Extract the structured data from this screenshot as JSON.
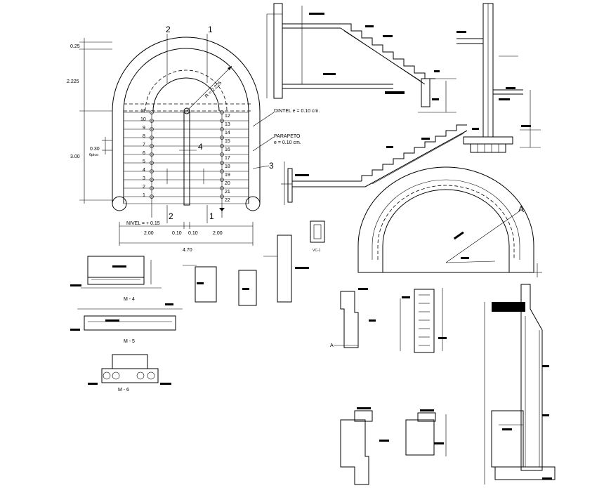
{
  "plan": {
    "section_marks": {
      "s1": "1",
      "s2": "2",
      "s3": "3",
      "s4": "4"
    },
    "step_numbers_left": [
      "11",
      "10",
      "9",
      "8",
      "7",
      "6",
      "5",
      "4",
      "3",
      "2",
      "1"
    ],
    "step_numbers_right": [
      "12",
      "13",
      "14",
      "15",
      "16",
      "17",
      "18",
      "19",
      "20",
      "21",
      "22"
    ],
    "radius_label": "R = 2.225",
    "dims_left": {
      "top": "0.25",
      "mid": "2.225",
      "low": "3.00",
      "step": "0.30",
      "step_sub": "6pico"
    },
    "dims_bottom": {
      "left": "2.00",
      "c1": "0.10",
      "c2": "0.10",
      "right": "2.00",
      "total": "4.70"
    },
    "level": "NIVEL = + 0.15",
    "dintel_label": "DINTEL e = 0.10 cm.",
    "parapeto_label": "PARAPETO",
    "parapeto_sub": "e = 0.10 cm."
  },
  "details": {
    "m4": "M - 4",
    "m5": "M - 5",
    "m6": "M - 6",
    "vc1": "VC-1",
    "arch_section": "A",
    "corbel_section": "A"
  },
  "colors": {
    "ink": "#000000",
    "paper": "#ffffff"
  }
}
